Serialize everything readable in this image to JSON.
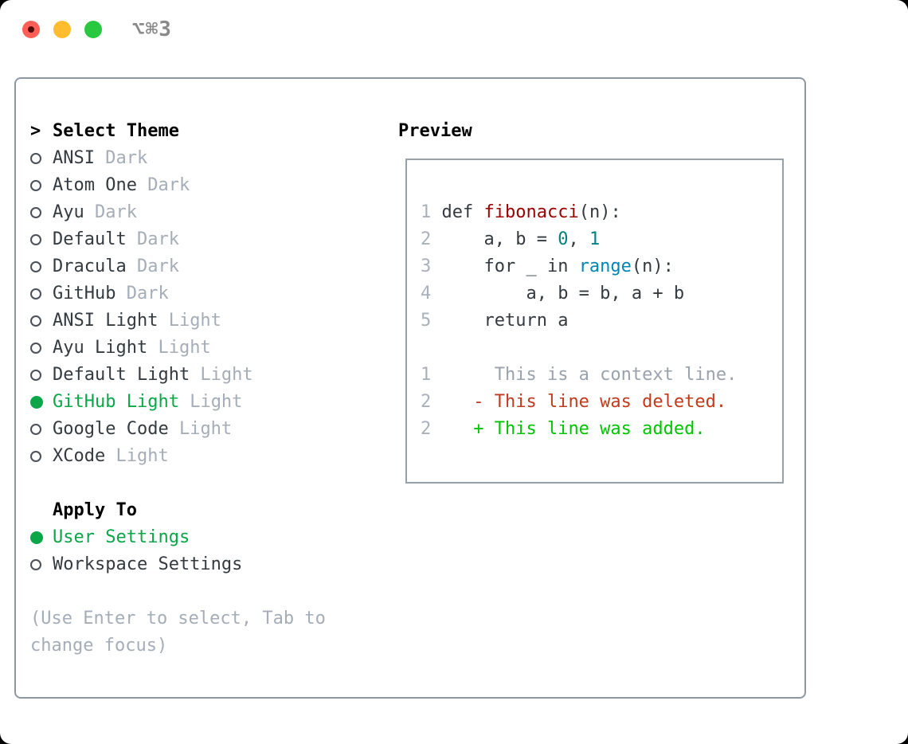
{
  "titlebar": {
    "title": "⌥⌘3"
  },
  "colors": {
    "selected_green": "#0aa647",
    "added_green": "#00c300",
    "deleted_red": "#c13a1e",
    "function_red": "#990000",
    "number_teal": "#008080",
    "builtin_blue": "#0086b3",
    "text_dark": "#333a40",
    "muted": "#a4adb8",
    "border": "#8e98a4",
    "traffic_red": "#ff5f57",
    "traffic_yellow": "#febc2e",
    "traffic_green": "#28c840"
  },
  "theme_panel": {
    "header": {
      "marker": ">",
      "label": "Select Theme"
    },
    "items": [
      {
        "label": "ANSI",
        "variant": "Dark",
        "selected": false
      },
      {
        "label": "Atom One",
        "variant": "Dark",
        "selected": false
      },
      {
        "label": "Ayu",
        "variant": "Dark",
        "selected": false
      },
      {
        "label": "Default",
        "variant": "Dark",
        "selected": false
      },
      {
        "label": "Dracula",
        "variant": "Dark",
        "selected": false
      },
      {
        "label": "GitHub",
        "variant": "Dark",
        "selected": false
      },
      {
        "label": "ANSI Light",
        "variant": "Light",
        "selected": false
      },
      {
        "label": "Ayu Light",
        "variant": "Light",
        "selected": false
      },
      {
        "label": "Default Light",
        "variant": "Light",
        "selected": false
      },
      {
        "label": "GitHub Light",
        "variant": "Light",
        "selected": true
      },
      {
        "label": "Google Code",
        "variant": "Light",
        "selected": false
      },
      {
        "label": "XCode",
        "variant": "Light",
        "selected": false
      }
    ],
    "apply_header": "Apply To",
    "apply_options": [
      {
        "label": "User Settings",
        "selected": true
      },
      {
        "label": "Workspace Settings",
        "selected": false
      }
    ],
    "hint": "(Use Enter to select, Tab to change focus)"
  },
  "preview": {
    "title": "Preview",
    "lines": [
      {
        "num": "1",
        "segments": [
          {
            "text": "def ",
            "style": "code"
          },
          {
            "text": "fibonacci",
            "style": "function"
          },
          {
            "text": "(n):",
            "style": "code"
          }
        ]
      },
      {
        "num": "2",
        "segments": [
          {
            "text": "    a, b = ",
            "style": "code"
          },
          {
            "text": "0",
            "style": "number"
          },
          {
            "text": ", ",
            "style": "code"
          },
          {
            "text": "1",
            "style": "number"
          }
        ]
      },
      {
        "num": "3",
        "segments": [
          {
            "text": "    for _ in ",
            "style": "code"
          },
          {
            "text": "range",
            "style": "builtin"
          },
          {
            "text": "(n):",
            "style": "code"
          }
        ]
      },
      {
        "num": "4",
        "segments": [
          {
            "text": "        a, b = b, a + b",
            "style": "code"
          }
        ]
      },
      {
        "num": "5",
        "segments": [
          {
            "text": "    return a",
            "style": "code"
          }
        ]
      },
      {
        "num": "",
        "segments": []
      },
      {
        "num": "1",
        "segments": [
          {
            "text": "     This is a context line.",
            "style": "context"
          }
        ]
      },
      {
        "num": "2",
        "segments": [
          {
            "text": "   - This line was deleted.",
            "style": "deleted"
          }
        ]
      },
      {
        "num": "2",
        "segments": [
          {
            "text": "   + This line was added.",
            "style": "added"
          }
        ]
      }
    ]
  }
}
